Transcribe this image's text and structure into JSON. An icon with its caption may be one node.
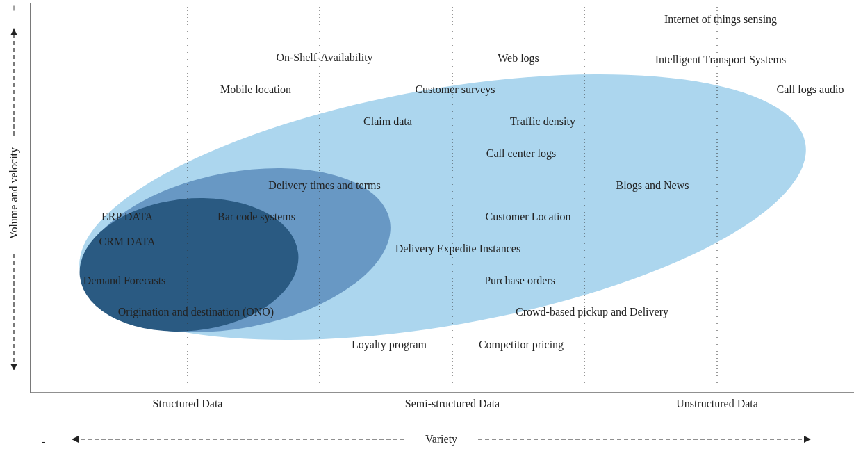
{
  "diagram": {
    "labels": [
      "+",
      "Volume and velocity",
      "Internet of things sensing",
      "On-Shelf-Availability",
      "Web logs",
      "Intelligent Transport Systems",
      "Mobile location",
      "Customer surveys",
      "Call logs audio",
      "Claim data",
      "Traffic density",
      "Call center logs",
      "Delivery times and terms",
      "Blogs and News",
      "ERP DATA",
      "Bar code systems",
      "Customer Location",
      "CRM DATA",
      "Delivery Expedite Instances",
      "Demand Forecasts",
      "Purchase orders",
      "Origination and destination (ONO)",
      "Crowd-based pickup and Delivery",
      "Loyalty program",
      "Competitor pricing",
      "Structured Data",
      "Semi-structured Data",
      "Unstructured Data",
      "-",
      "Variety"
    ]
  }
}
